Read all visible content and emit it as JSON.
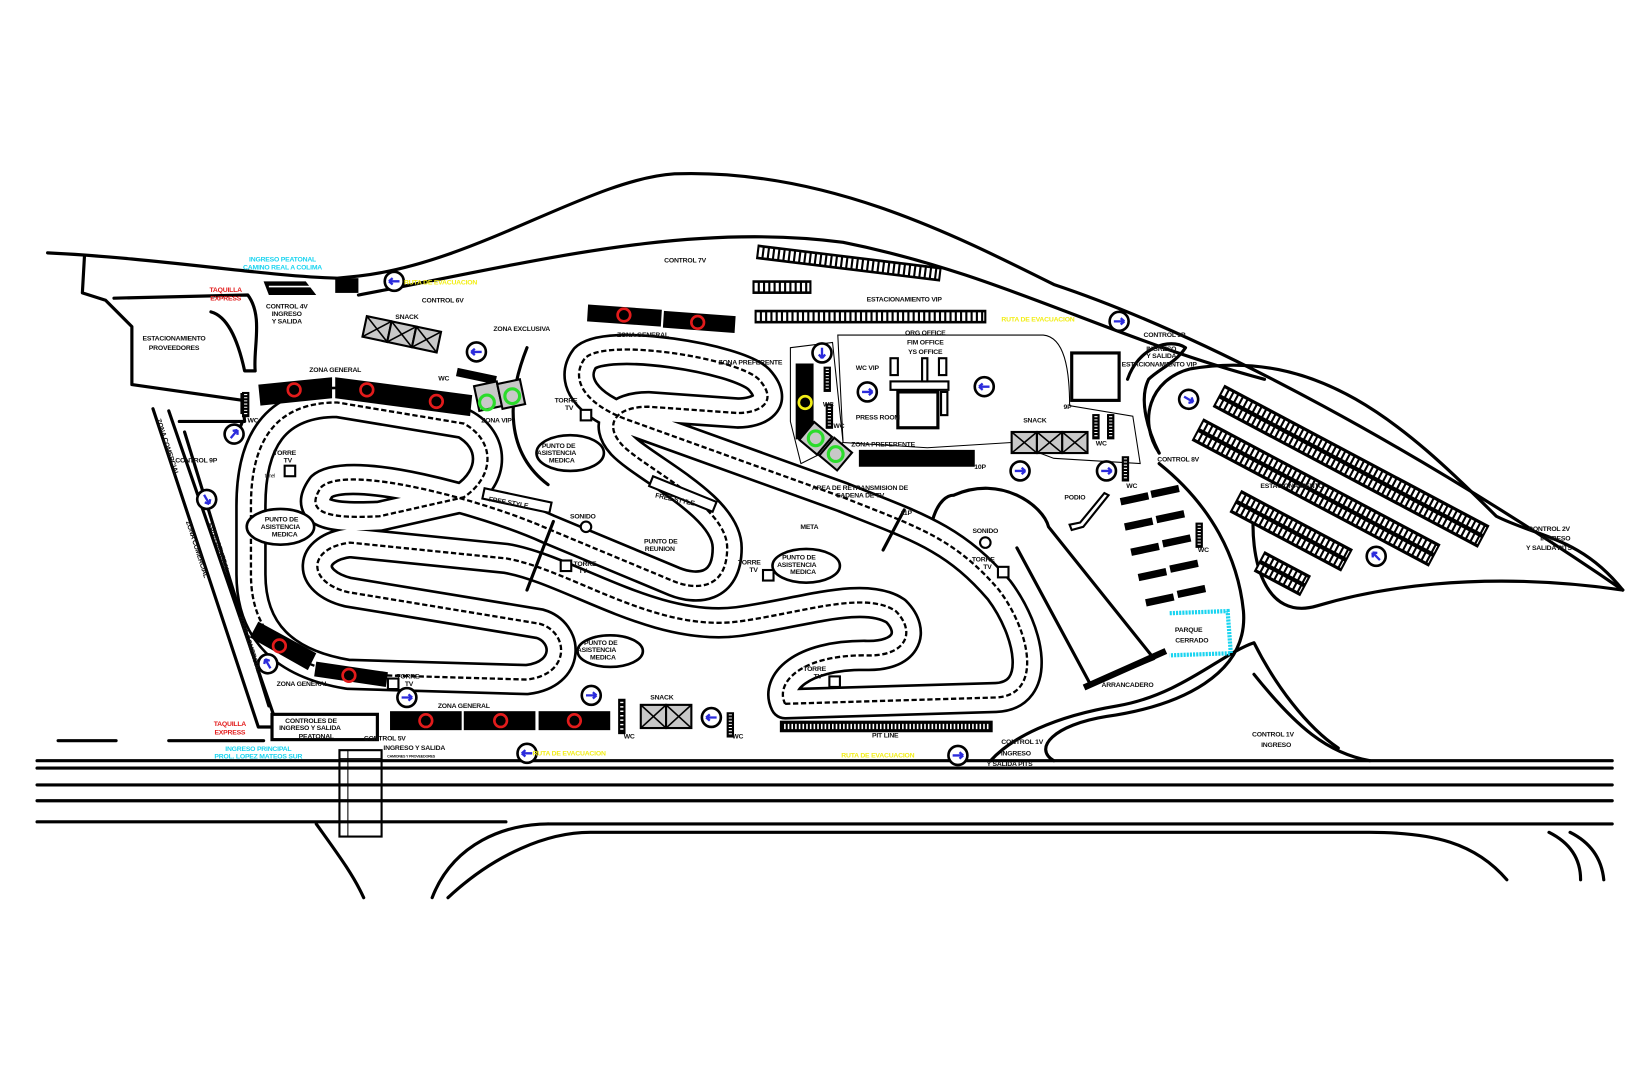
{
  "colors": {
    "zona_general_marker": "#e21b1b",
    "vip_marker": "#2bdc2b",
    "preferente_marker": "#f2ee17",
    "arrow": "#2b2bdc",
    "parque_cerrado": "#19d4f0",
    "evacuation": "#f2ee17",
    "taquilla": "#e21b1b",
    "peatonal": "#19d4f0"
  },
  "icons": {
    "direction": "arrow-in-circle-icon",
    "snack": "crossed-box-icon",
    "tower": "square-icon"
  },
  "labels": {
    "ingreso_peatonal": [
      "INGRESO PEATONAL",
      "CAMINO REAL A COLIMA"
    ],
    "taquilla_express_1": [
      "TAQUILLA",
      "EXPRESS"
    ],
    "control_4v": [
      "CONTROL 4V",
      "INGRESO",
      "Y SALIDA"
    ],
    "ruta_evacuacion": "RUTA DE EVACUACION",
    "control_6v": "CONTROL 6V",
    "estacionamiento_proveedores": [
      "ESTACIONAMIENTO",
      "PROVEEDORES"
    ],
    "snack": "SNACK",
    "zona_exclusiva": "ZONA EXCLUSIVA",
    "zona_general": "ZONA GENERAL",
    "wc": "WC",
    "zona_vip": "ZONA VIP",
    "control_7v": "CONTROL 7V",
    "estacionamiento_vip": "ESTACIONAMIENTO VIP",
    "control_3p": [
      "CONTROL 3P",
      "INGRESO",
      "Y SALIDA",
      "ESTACIONAMIENTO VIP"
    ],
    "zona_preferente": "ZONA PREFERENTE",
    "offices": [
      "ORG OFFICE",
      "FIM OFFICE",
      "YS OFFICE"
    ],
    "wc_vip": "WC VIP",
    "press_room": "PRESS ROOM",
    "p9": "9P",
    "p10": "10P",
    "p11": "11P",
    "control_8v": "CONTROL 8V",
    "area_retransmision": [
      "AREA DE RETRANSMISION DE",
      "CADENA DE TV"
    ],
    "podio": "PODIO",
    "estacionamiento": "ESTACIONAMIENTO",
    "control_2v": [
      "CONTROL 2V",
      "INGRESO",
      "Y SALIDA PITS"
    ],
    "torre_tv": [
      "TORRE",
      "TV"
    ],
    "punto_asistencia": [
      "PUNTO DE",
      "ASISTENCIA",
      "MEDICA"
    ],
    "control_9p": "CONTROL 9P",
    "zona_comercial": "ZONA COMERCIAL",
    "zona_general_v": "ZONA GENERAL",
    "tunel": "tunel",
    "free_style": "FREE STYLE",
    "sonido": "SONIDO",
    "punto_reunion": [
      "PUNTO DE",
      "REUNION"
    ],
    "meta": "META",
    "parque_cerrado": [
      "PARQUE",
      "CERRADO"
    ],
    "arrancadero": "ARRANCADERO",
    "pit_line": "PIT LINE",
    "controles_peatonal": [
      "CONTROLES DE",
      "INGRESO Y SALIDA",
      "PEATONAL"
    ],
    "taquilla_express_2": [
      "TAQUILLA",
      "EXPRESS"
    ],
    "ingreso_principal": [
      "INGRESO PRINCIPAL",
      "PROL. LOPEZ MATEOS SUR"
    ],
    "control_5v": [
      "CONTROL 5V",
      "INGRESO Y SALIDA",
      "CAMIONES Y PROVEEDORES"
    ],
    "control_1v_pits": [
      "CONTROL 1V",
      "INGRESO",
      "Y SALIDA PITS"
    ],
    "control_1v": [
      "CONTROL 1V",
      "INGRESO"
    ]
  }
}
